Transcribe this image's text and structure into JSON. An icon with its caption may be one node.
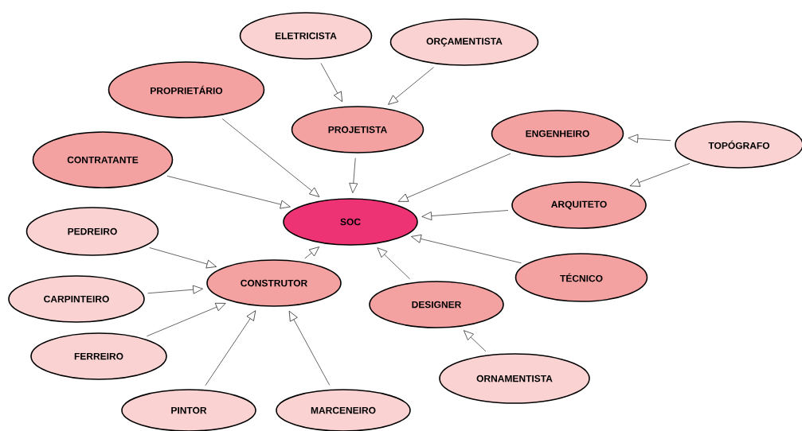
{
  "diagram": {
    "nodes": [
      {
        "text": [
          "ELETRICISTA"
        ]
      },
      {
        "text": [
          "ORÇAMENTISTA"
        ]
      },
      {
        "text": [
          "PROPRIETÁRIO"
        ]
      },
      {
        "text": [
          "PROJETISTA"
        ]
      },
      {
        "text": [
          "ENGENHEIRO"
        ]
      },
      {
        "text": [
          "TOPÓGRAFO"
        ]
      },
      {
        "text": [
          "CONTRATANTE"
        ]
      },
      {
        "text": [
          "SOC"
        ]
      },
      {
        "text": [
          "ARQUITETO"
        ]
      },
      {
        "text": [
          "PEDREIRO"
        ]
      },
      {
        "text": [
          "TÉCNICO"
        ]
      },
      {
        "text": [
          "CONSTRUTOR"
        ]
      },
      {
        "text": [
          "CARPINTEIRO"
        ]
      },
      {
        "text": [
          "DESIGNER"
        ]
      },
      {
        "text": [
          "FERREIRO"
        ]
      },
      {
        "text": [
          "ORNAMENTISTA"
        ]
      },
      {
        "text": [
          "PINTOR"
        ]
      },
      {
        "text": [
          "MARCENEIRO"
        ]
      }
    ],
    "edges": [
      {
        "from": 0,
        "to": 3,
        "arrow": "to"
      },
      {
        "from": 1,
        "to": 3,
        "arrow": "to"
      },
      {
        "from": 2,
        "to": 7,
        "arrow": "to"
      },
      {
        "from": 3,
        "to": 7,
        "arrow": "to"
      },
      {
        "from": 6,
        "to": 7,
        "arrow": "to"
      },
      {
        "from": 4,
        "to": 7,
        "arrow": "to"
      },
      {
        "from": 5,
        "to": 4,
        "arrow": "to"
      },
      {
        "from": 5,
        "to": 8,
        "arrow": "to"
      },
      {
        "from": 8,
        "to": 7,
        "arrow": "to"
      },
      {
        "from": 10,
        "to": 7,
        "arrow": "to"
      },
      {
        "from": 11,
        "to": 7,
        "arrow": "to"
      },
      {
        "from": 13,
        "to": 7,
        "arrow": "to"
      },
      {
        "from": 9,
        "to": 11,
        "arrow": "to"
      },
      {
        "from": 12,
        "to": 11,
        "arrow": "to"
      },
      {
        "from": 14,
        "to": 11,
        "arrow": "to"
      },
      {
        "from": 16,
        "to": 11,
        "arrow": "to"
      },
      {
        "from": 17,
        "to": 11,
        "arrow": "to"
      },
      {
        "from": 15,
        "to": 13,
        "arrow": "to"
      }
    ]
  }
}
